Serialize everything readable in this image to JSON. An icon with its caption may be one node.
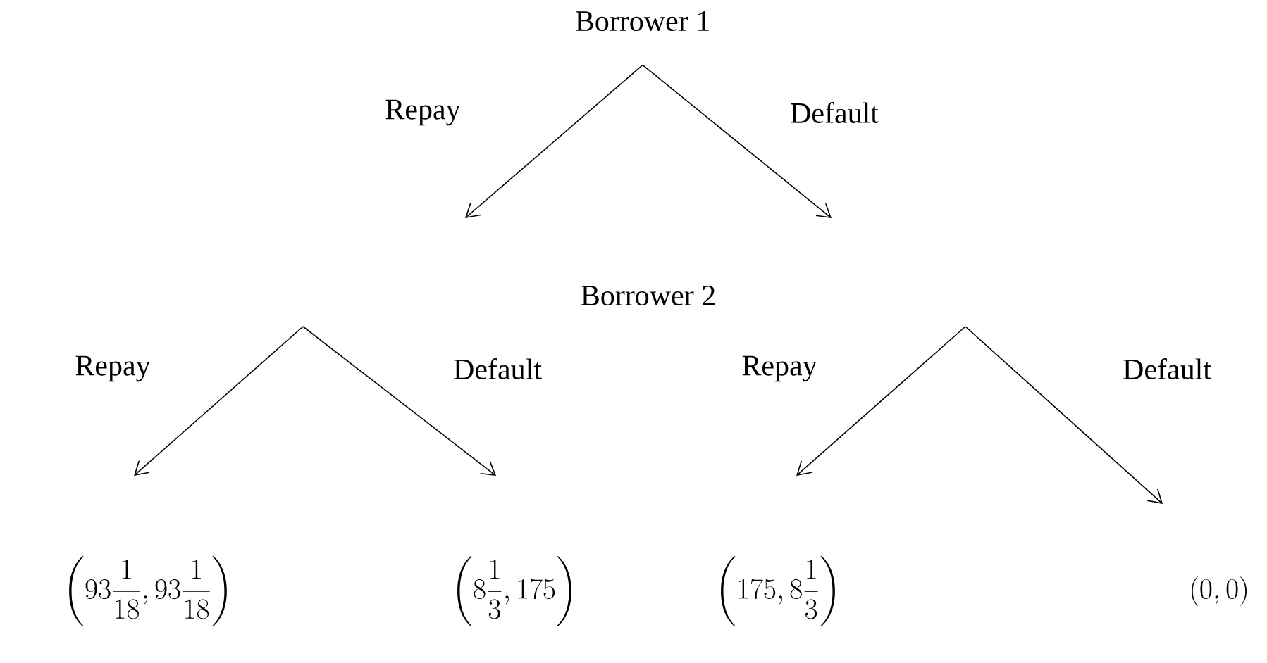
{
  "diagram": {
    "nodes": [
      {
        "text": [
          "Borrower 1"
        ]
      },
      {
        "text": [
          "Borrower 2"
        ]
      },
      {
        "text": [
          "\\left(93\\frac{1}{18},93\\frac{1}{18}\\right)"
        ]
      },
      {
        "text": [
          "\\left(8\\frac{1}{3},175\\right)"
        ]
      },
      {
        "text": [
          "\\left(175,8\\frac{1}{3}\\right)"
        ]
      },
      {
        "text": [
          "(0,0)"
        ]
      }
    ],
    "edges": [
      {
        "from": 0,
        "to": null,
        "arrow": "to",
        "label": "Repay"
      },
      {
        "from": 0,
        "to": null,
        "arrow": "to",
        "label": "Default"
      },
      {
        "from": null,
        "to": 2,
        "arrow": "to",
        "label": "Repay"
      },
      {
        "from": null,
        "to": 3,
        "arrow": "to",
        "label": "Default"
      },
      {
        "from": null,
        "to": 4,
        "arrow": "to",
        "label": "Repay"
      },
      {
        "from": null,
        "to": 5,
        "arrow": "to",
        "label": "Default"
      }
    ]
  }
}
